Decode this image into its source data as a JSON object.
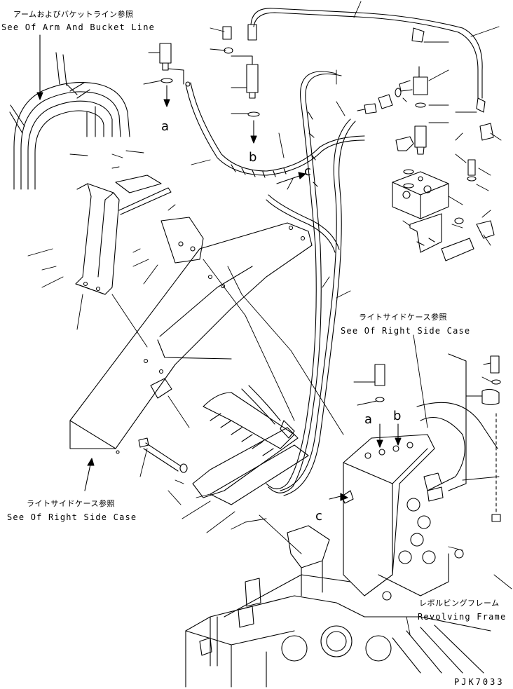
{
  "labels": {
    "arm_bucket_jp": "アームおよびバケットライン参照",
    "arm_bucket_en": "See Of Arm And Bucket Line",
    "right_side_top_jp": "ライトサイドケース参照",
    "right_side_top_en": "See Of Right Side Case",
    "right_side_left_jp": "ライトサイドケース参照",
    "right_side_left_en": "See Of Right Side Case",
    "revolving_jp": "レボルビングフレーム",
    "revolving_en": "Revolving Frame",
    "drawing_code": "PJK7033"
  },
  "refs": {
    "a_top": "a",
    "b_top": "b",
    "c_top": "c",
    "a_valve": "a",
    "b_valve": "b",
    "c_valve": "c"
  }
}
